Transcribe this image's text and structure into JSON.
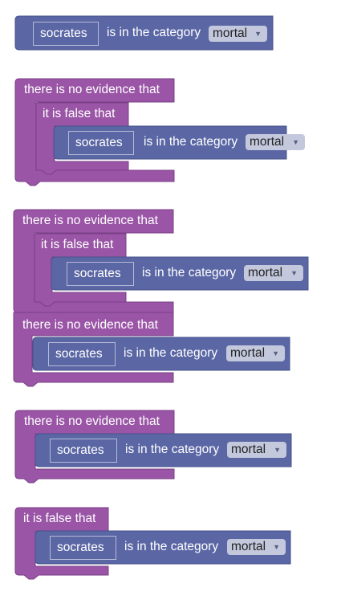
{
  "colors": {
    "purple": "#9a55a6",
    "purple_dark": "#7a3f86",
    "blue": "#5b67a5",
    "blue_dark": "#47518a",
    "dropdown_bg": "#c3c8dd"
  },
  "blocks": {
    "socrates_1": {
      "subject": "socrates",
      "relation": "is in the category",
      "category": "mortal"
    },
    "b2": {
      "outer_label": "there is no evidence that",
      "inner_label": "it is false that",
      "subject": "socrates",
      "relation": "is in the category",
      "category": "mortal"
    },
    "b3": {
      "outer_label": "there is no evidence that",
      "inner_label": "it is false that",
      "subject": "socrates",
      "relation": "is in the category",
      "category": "mortal",
      "second_label": "there is no evidence that",
      "second_subject": "socrates",
      "second_relation": "is in the category",
      "second_category": "mortal"
    },
    "b4": {
      "label": "there is no evidence that",
      "subject": "socrates",
      "relation": "is in the category",
      "category": "mortal"
    },
    "b5": {
      "label": "it is false that",
      "subject": "socrates",
      "relation": "is in the category",
      "category": "mortal"
    }
  }
}
